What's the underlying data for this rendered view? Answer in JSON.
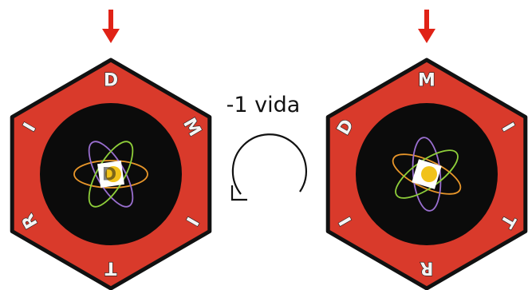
{
  "caption": "-1 vida",
  "colors": {
    "hex_fill": "#d93a2b",
    "hex_border": "#111111",
    "core": "#0b0b0b",
    "pointer": "#e02216",
    "orbit_orange": "#e8962a",
    "orbit_purple": "#9a6fd0",
    "orbit_green": "#8fcf3a"
  },
  "wheels": [
    {
      "name": "before",
      "letters": [
        "D",
        "M",
        "I",
        "T",
        "R",
        "I"
      ],
      "center_letter": "D"
    },
    {
      "name": "after",
      "letters": [
        "M",
        "I",
        "T",
        "R",
        "I",
        "D"
      ],
      "center_letter": ""
    }
  ],
  "icons": {
    "pointer": "down-arrow-icon",
    "rotation": "rotate-clockwise-arrow-icon"
  }
}
